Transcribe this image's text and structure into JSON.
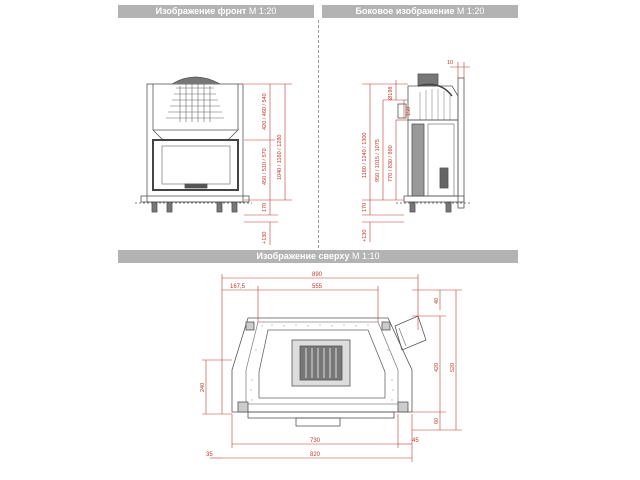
{
  "headers": {
    "front_bold": "Изображение фронт",
    "front_scale": "М 1:20",
    "side_bold": "Боковое изображение",
    "side_scale": "М 1:20",
    "top_bold": "Изображение сверху",
    "top_scale": "М 1:10"
  },
  "front_dims": {
    "top_stack": "420 / 460 / 540",
    "mid_stack": "450 / 510 / 570",
    "right_stack": "1040 / 1160 / 1280",
    "leg": "170",
    "base": "+130"
  },
  "side_dims": {
    "top": "10",
    "flue": "Ø198",
    "small": "150",
    "overall": "1180 / 1240 / 1300",
    "mid": "950 / 1015 / 1075",
    "inner": "770 / 830 / 890",
    "leg": "170",
    "base": "+130"
  },
  "top_dims": {
    "overall_width": "890",
    "left_offset": "167,5",
    "inner_width": "555",
    "right_top": "40",
    "right_inner": "420",
    "right_outer": "520",
    "right_bottom": "60",
    "left_depth": "240",
    "bottom_inner": "730",
    "bottom_right": "45",
    "bottom_left": "35",
    "bottom_outer": "820"
  },
  "colors": {
    "dimension": "#c0392b",
    "header_band": "#b3b3b3",
    "outline": "#555555"
  }
}
